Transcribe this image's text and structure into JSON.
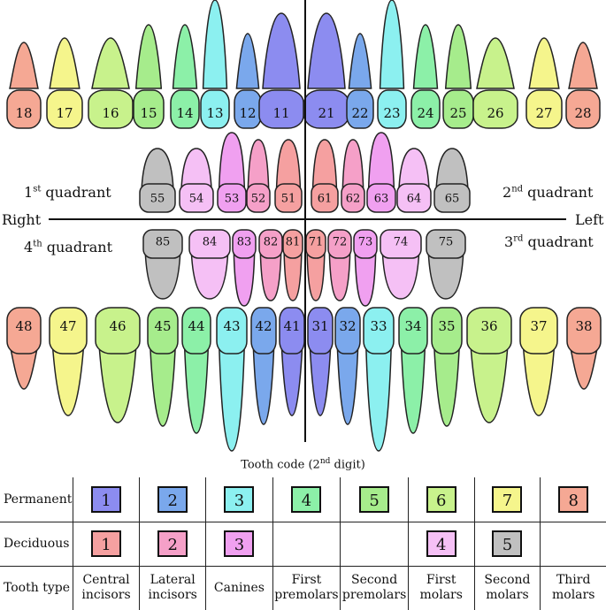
{
  "colors": {
    "central_incisor": "#8c8cf0",
    "lateral_incisor": "#7aa8ec",
    "canine": "#8cf0f0",
    "first_premolar": "#8cf0a8",
    "second_premolar": "#a6ec8c",
    "first_molar": "#c8f28c",
    "second_molar": "#f5f58c",
    "third_molar": "#f5a894",
    "dec_central_incisor": "#f5a0a0",
    "dec_lateral_incisor": "#f5a0c8",
    "dec_canine": "#f0a0f0",
    "dec_first_molar": "#f5c0f5",
    "dec_second_molar": "#c0c0c0",
    "outline": "#222222"
  },
  "labels": {
    "q1": "1",
    "q1_sup": "st",
    "q1_word": " quadrant",
    "q2": "2",
    "q2_sup": "nd",
    "q2_word": " quadrant",
    "q3": "3",
    "q3_sup": "rd",
    "q3_word": " quadrant",
    "q4": "4",
    "q4_sup": "th",
    "q4_word": " quadrant",
    "right": "Right",
    "left": "Left"
  },
  "teeth": {
    "upper_permanent": [
      "18",
      "17",
      "16",
      "15",
      "14",
      "13",
      "12",
      "11",
      "21",
      "22",
      "23",
      "24",
      "25",
      "26",
      "27",
      "28"
    ],
    "upper_deciduous": [
      "55",
      "54",
      "53",
      "52",
      "51",
      "61",
      "62",
      "63",
      "64",
      "65"
    ],
    "lower_deciduous": [
      "85",
      "84",
      "83",
      "82",
      "81",
      "71",
      "72",
      "73",
      "74",
      "75"
    ],
    "lower_permanent": [
      "48",
      "47",
      "46",
      "45",
      "44",
      "43",
      "42",
      "41",
      "31",
      "32",
      "33",
      "34",
      "35",
      "36",
      "37",
      "38"
    ]
  },
  "legend": {
    "title": "Tooth code (2",
    "title_sup": "nd",
    "title_end": " digit)",
    "row_permanent": "Permanent",
    "row_deciduous": "Deciduous",
    "row_type": "Tooth type",
    "permanent_codes": [
      "1",
      "2",
      "3",
      "4",
      "5",
      "6",
      "7",
      "8"
    ],
    "deciduous_codes": [
      "1",
      "2",
      "3",
      "",
      "",
      "4",
      "5",
      ""
    ],
    "types": [
      [
        "Central",
        "incisors"
      ],
      [
        "Lateral",
        "incisors"
      ],
      [
        "Canines",
        ""
      ],
      [
        "First",
        "premolars"
      ],
      [
        "Second",
        "premolars"
      ],
      [
        "First",
        "molars"
      ],
      [
        "Second",
        "molars"
      ],
      [
        "Third",
        "molars"
      ]
    ]
  }
}
